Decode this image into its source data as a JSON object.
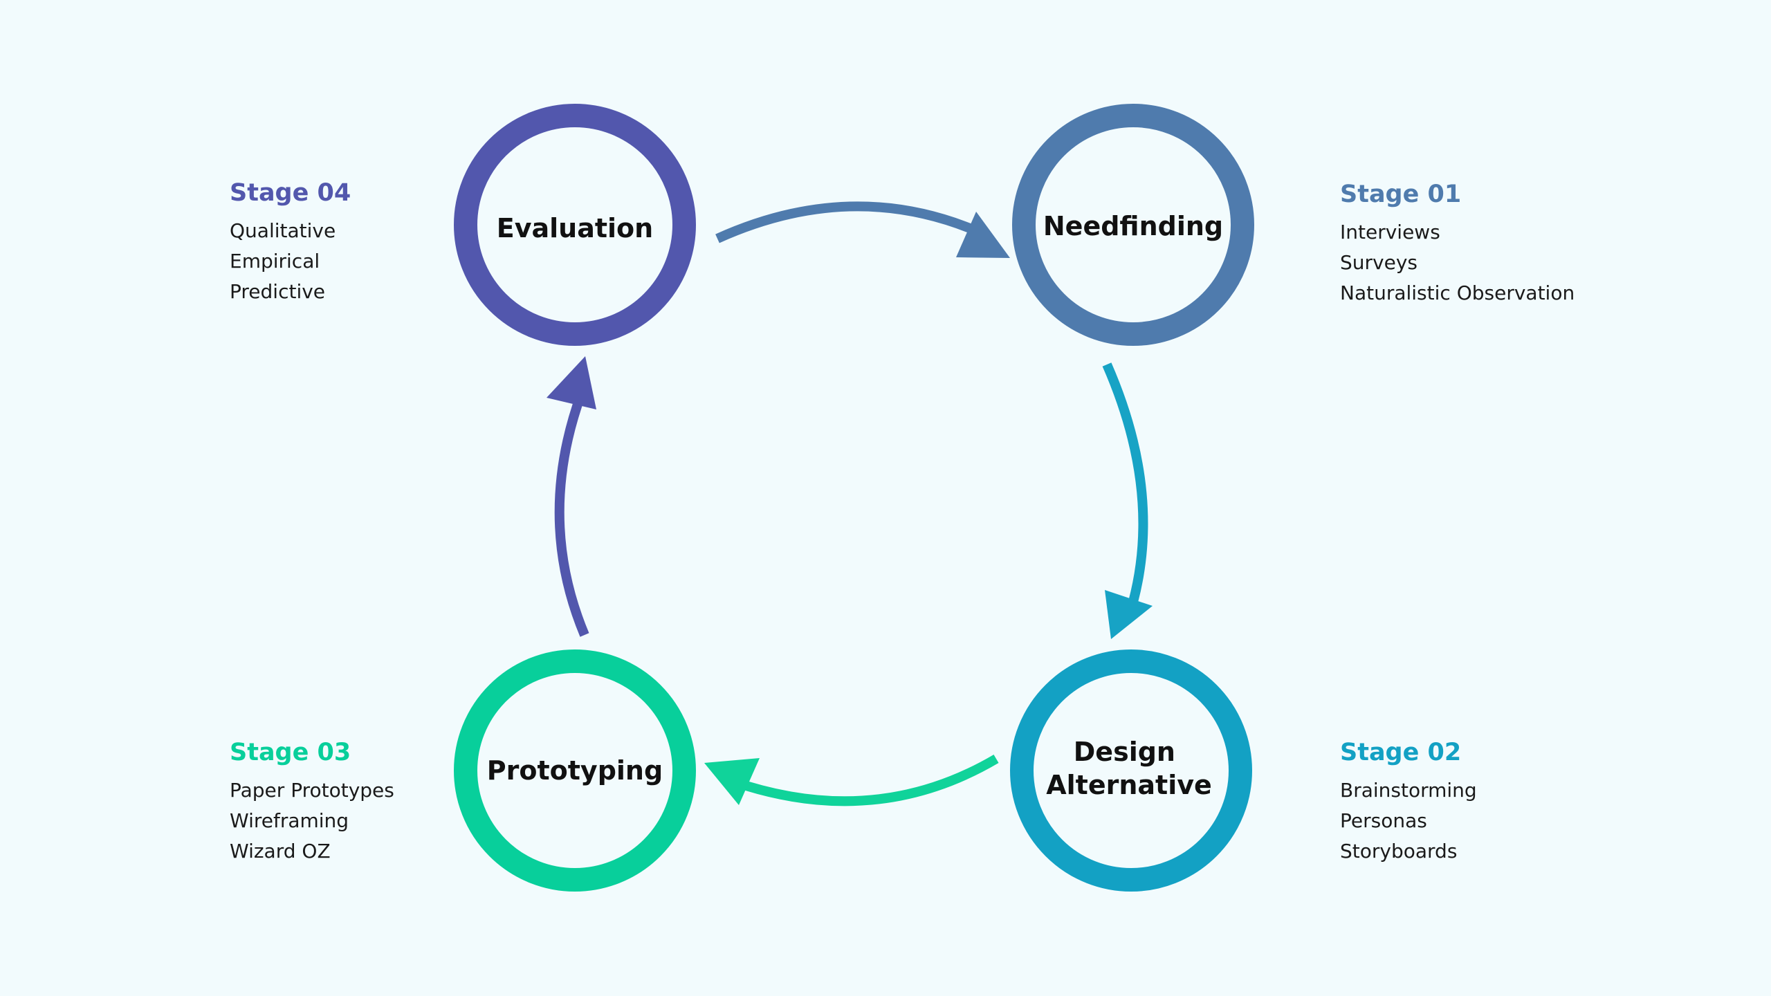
{
  "colors": {
    "background": "#f2fbfd",
    "evaluation": "#5257ad",
    "needfinding": "#4f7bad",
    "design": "#13a1c4",
    "prototyping": "#08cf9b",
    "arrow_top": "#4f7bad",
    "arrow_right": "#17a3c5",
    "arrow_bottom": "#10d39a",
    "arrow_left": "#5257ad"
  },
  "nodes": {
    "evaluation": {
      "lines": [
        "Evaluation"
      ]
    },
    "needfinding": {
      "lines": [
        "Needfinding"
      ]
    },
    "design": {
      "lines": [
        "Design",
        "Alternative"
      ]
    },
    "prototyping": {
      "lines": [
        "Prototyping"
      ]
    }
  },
  "stages": {
    "stage04": {
      "heading": "Stage 04",
      "items": [
        "Qualitative",
        "Empirical",
        "Predictive"
      ]
    },
    "stage01": {
      "heading": "Stage 01",
      "items": [
        "Interviews",
        "Surveys",
        "Naturalistic Observation"
      ]
    },
    "stage03": {
      "heading": "Stage 03",
      "items": [
        "Paper Prototypes",
        "Wireframing",
        "Wizard OZ"
      ]
    },
    "stage02": {
      "heading": "Stage 02",
      "items": [
        "Brainstorming",
        "Personas",
        "Storyboards"
      ]
    }
  }
}
